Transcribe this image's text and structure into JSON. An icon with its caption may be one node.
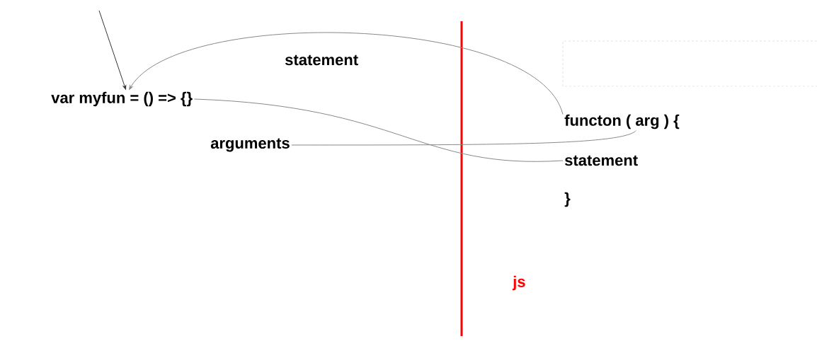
{
  "diagram": {
    "nodes": [
      {
        "text": [
          "var myfun = () => {}"
        ]
      },
      {
        "text": [
          "statement"
        ]
      },
      {
        "text": [
          "arguments"
        ]
      },
      {
        "text": [
          "functon ( arg ) {"
        ]
      },
      {
        "text": [
          "statement"
        ]
      },
      {
        "text": [
          "}"
        ]
      },
      {
        "text": [
          "js"
        ]
      }
    ],
    "edges": [
      {
        "from": 3,
        "to": 0,
        "arrow": "to"
      },
      {
        "from": 0,
        "to": 4,
        "arrow": "none"
      },
      {
        "from": 2,
        "to": 3,
        "arrow": "none"
      },
      {
        "from": null,
        "to": 0,
        "arrow": "to",
        "color": "#333333"
      }
    ]
  }
}
